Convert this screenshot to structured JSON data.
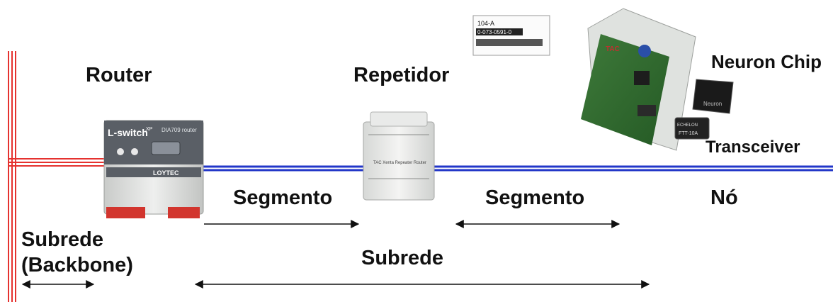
{
  "labels": {
    "router": "Router",
    "repeater": "Repetidor",
    "neuron_chip": "Neuron Chip",
    "transceiver": "Transceiver",
    "segment_1": "Segmento",
    "segment_2": "Segmento",
    "node": "Nó",
    "subnet_backbone_line1": "Subrede",
    "subnet_backbone_line2": "(Backbone)",
    "subnet": "Subrede"
  },
  "device_text": {
    "router_brand": "L-switch",
    "router_brand_sup": "XP",
    "router_model": "DIA709 router",
    "router_logo": "LOYTEC",
    "repeater_text": "TAC Xenta Repeater Router",
    "node_label_code": "104-A",
    "node_label_serial": "0-073-0591-0",
    "node_board_brand": "TAC",
    "neuron_chip_text": "Neuron",
    "transceiver_brand": "ECHELON",
    "transceiver_model": "FTT-10A"
  },
  "colors": {
    "backbone_red": "#e5322f",
    "channel_blue": "#2236c8",
    "arrow": "#111111"
  }
}
